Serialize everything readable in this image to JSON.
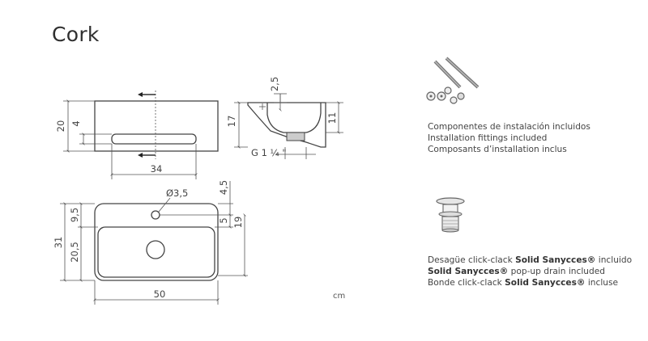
{
  "title": "Cork",
  "unit": "cm",
  "front_view": {
    "height": "20",
    "slot_height": "4",
    "slot_width": "34"
  },
  "side_view": {
    "top_offset": "2,5",
    "height": "17",
    "inner_height": "11",
    "drain_thread": "G 1 ¼ \""
  },
  "top_view": {
    "tap_hole": "Ø3,5",
    "depth": "31",
    "back_ledge": "9,5",
    "basin_depth": "20,5",
    "hole_offset": "4,5",
    "hole_to_basin": "5",
    "inner_depth": "19",
    "width": "50"
  },
  "fittings": {
    "lines": [
      "Componentes de instalación incluidos",
      "Installation fittings included",
      "Composants d’installation inclus"
    ]
  },
  "drain": {
    "brand": "Solid Sanycces®",
    "line1_pre": "Desagüe click-clack ",
    "line1_post": " incluido",
    "line2_pre": "",
    "line2_post": " pop-up drain included",
    "line3_pre": "Bonde click-clack ",
    "line3_post": " incluse"
  }
}
